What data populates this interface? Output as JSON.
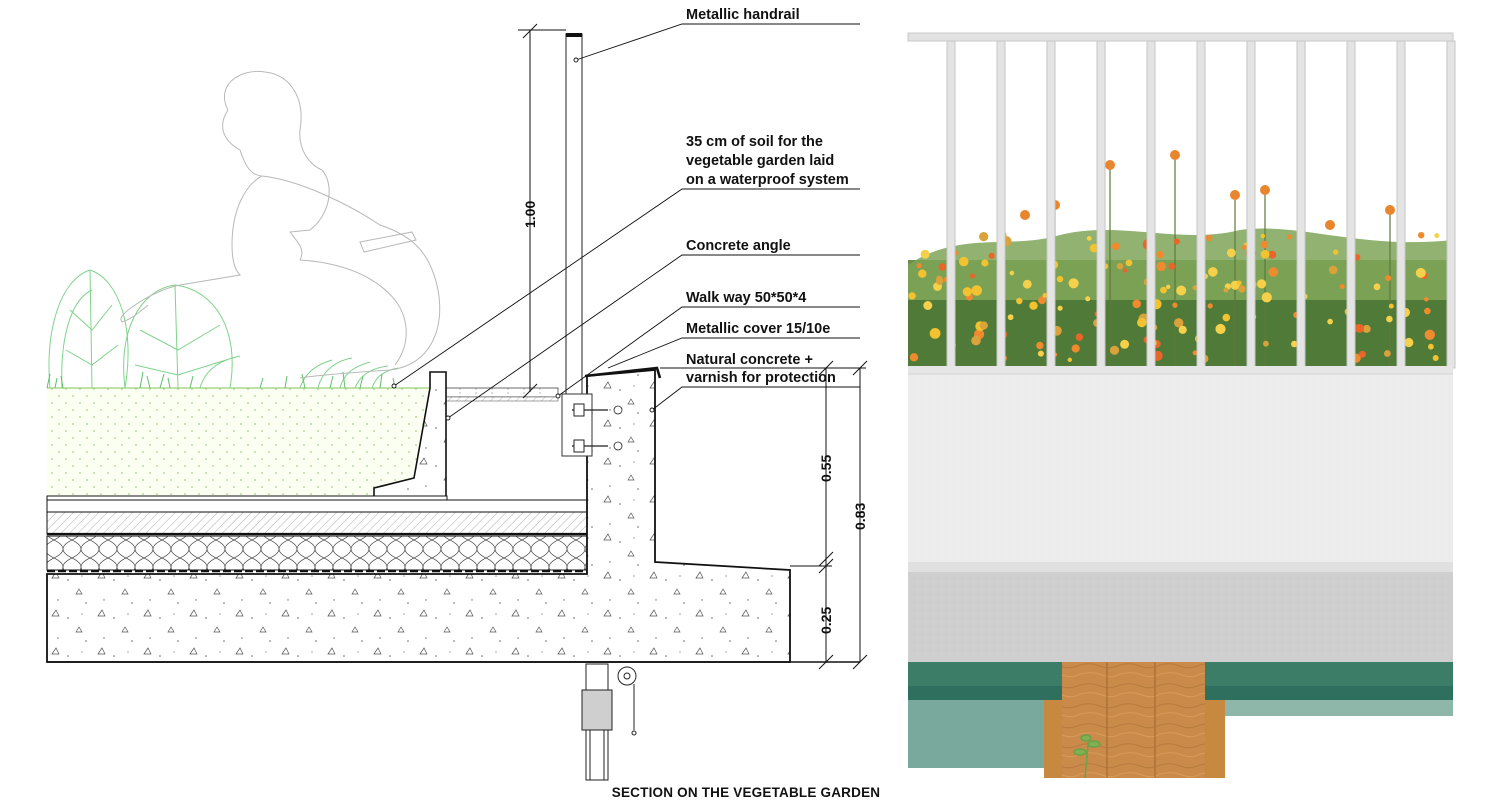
{
  "caption": "SECTION ON THE VEGETABLE GARDEN",
  "callouts": [
    {
      "id": "handrail",
      "lines": [
        "Metallic handrail"
      ]
    },
    {
      "id": "soil",
      "lines": [
        "35 cm of soil for the",
        "vegetable garden laid",
        "on a waterproof system"
      ]
    },
    {
      "id": "angle",
      "lines": [
        "Concrete angle"
      ]
    },
    {
      "id": "walkway",
      "lines": [
        "Walk way 50*50*4"
      ]
    },
    {
      "id": "cover",
      "lines": [
        "Metallic cover 15/10e"
      ]
    },
    {
      "id": "concrete",
      "lines": [
        "Natural concrete +",
        "varnish for protection"
      ]
    }
  ],
  "dimensions": {
    "handrail_height": "1.00",
    "parapet_upper": "0.55",
    "parapet_total": "0.83",
    "slab_edge": "0.25"
  },
  "colors": {
    "line": "#111111",
    "plant_green": "#7fd38a",
    "soil_dot": "#a8d08d",
    "soil_fill": "#fbfff2",
    "render_wall": "#eeeeee",
    "render_band": "#cfcfcf",
    "railing": "#dedede",
    "window_green": "#2f6f5d",
    "wood": "#c98a4a"
  }
}
